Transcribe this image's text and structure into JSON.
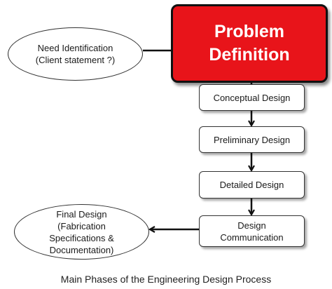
{
  "colors": {
    "problem_fill": "#e8141a",
    "box_border": "#333333",
    "arrow": "#111111"
  },
  "nodes": {
    "problem_definition": "Problem\nDefinition",
    "need_identification": "Need Identification\n(Client statement ?)",
    "conceptual_design": "Conceptual Design",
    "preliminary_design": "Preliminary Design",
    "detailed_design": "Detailed Design",
    "design_communication": "Design\nCommunication",
    "final_design": "Final Design\n(Fabrication\nSpecifications &\nDocumentation)"
  },
  "caption": "Main Phases of the Engineering Design Process"
}
